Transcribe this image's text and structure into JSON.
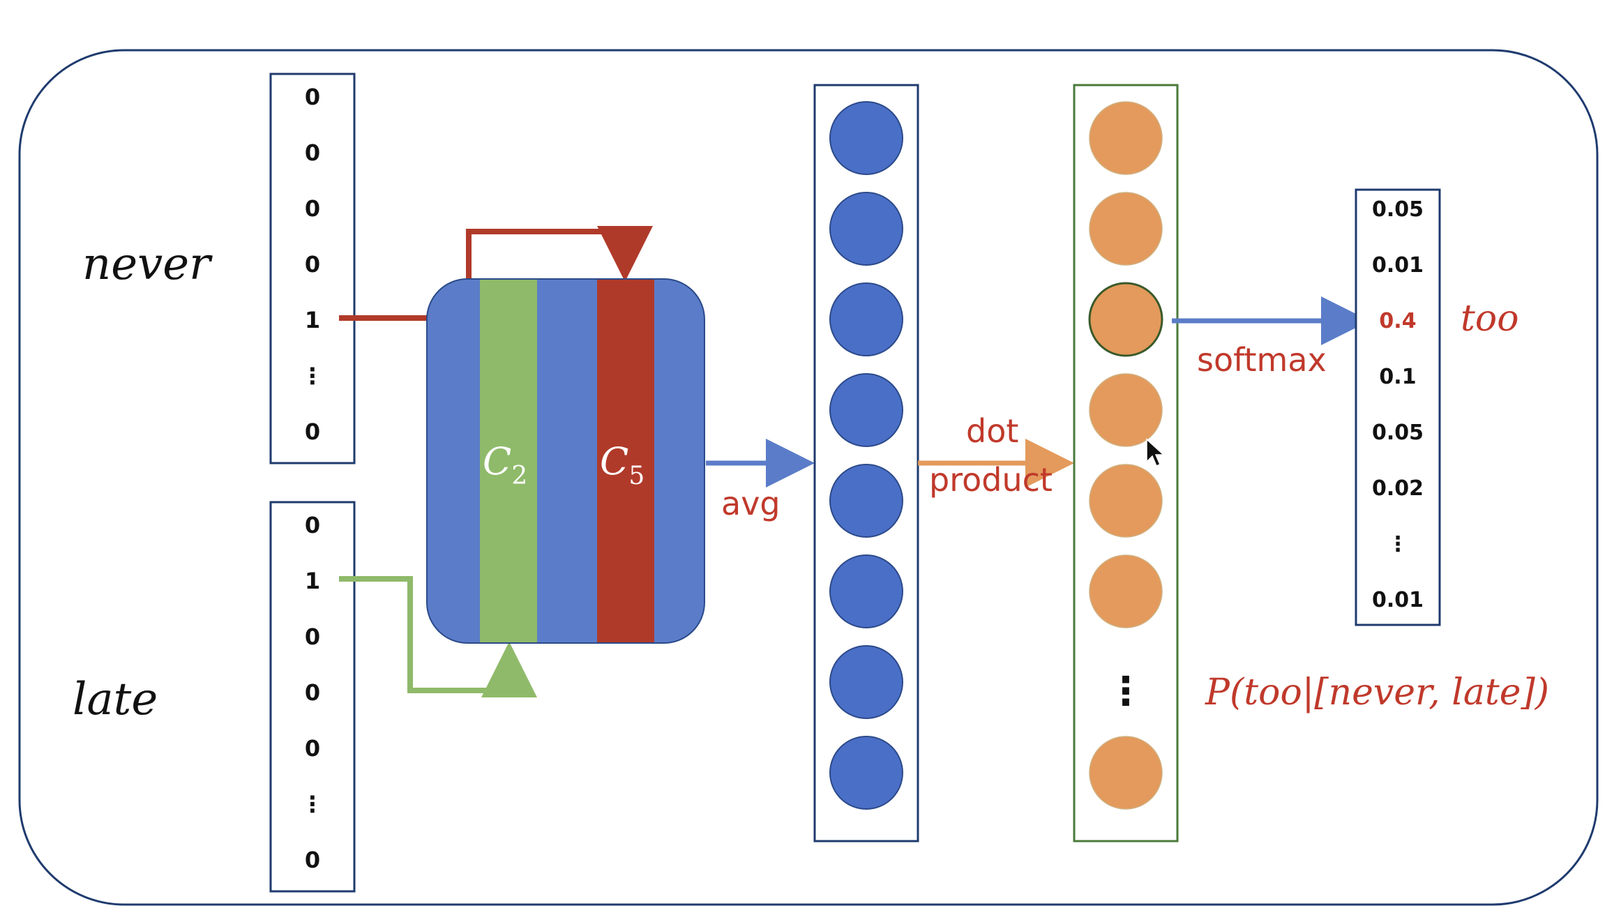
{
  "words": {
    "never": "never",
    "late": "late"
  },
  "never_vector": [
    "0",
    "0",
    "0",
    "0",
    "1",
    "⋮",
    "0"
  ],
  "late_vector": [
    "0",
    "1",
    "0",
    "0",
    "0",
    "⋮",
    "0"
  ],
  "matrix": {
    "col_a_letter": "C",
    "col_a_sub": "2",
    "col_b_letter": "C",
    "col_b_sub": "5"
  },
  "labels": {
    "avg": "avg",
    "dot": "dot",
    "product": "product",
    "softmax": "softmax"
  },
  "hidden_count": 8,
  "output_nodes": {
    "shown": 7,
    "ellipsis": "⋮"
  },
  "probabilities": [
    "0.05",
    "0.01",
    "0.4",
    "0.1",
    "0.05",
    "0.02",
    "⋮",
    "0.01"
  ],
  "highlight_index": 2,
  "predicted_word": "too",
  "formula": "P(too|[never, late])",
  "colors": {
    "frame": "#1f3b6e",
    "blue": "#5b7cc8",
    "blue_node": "#4a6fc7",
    "green": "#8fba6a",
    "red": "#b03a2a",
    "orange": "#e39a5c",
    "text_red": "#c0392b",
    "arrow_blue": "#5b7cc8",
    "arrow_orange": "#e39a5c"
  }
}
